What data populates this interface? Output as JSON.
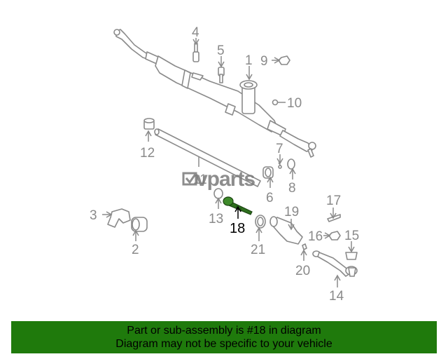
{
  "diagram": {
    "highlight_color": "#2e6f1e",
    "callouts": [
      "1",
      "2",
      "3",
      "4",
      "5",
      "6",
      "7",
      "8",
      "9",
      "10",
      "11",
      "12",
      "13",
      "14",
      "15",
      "16",
      "17",
      "18",
      "19",
      "20",
      "21"
    ],
    "highlighted": "18",
    "watermark": "vparts"
  },
  "banner": {
    "line1": "Part or sub-assembly is #18 in diagram",
    "line2": "Diagram may not be specific to your vehicle",
    "background": "#1f7a0c"
  }
}
